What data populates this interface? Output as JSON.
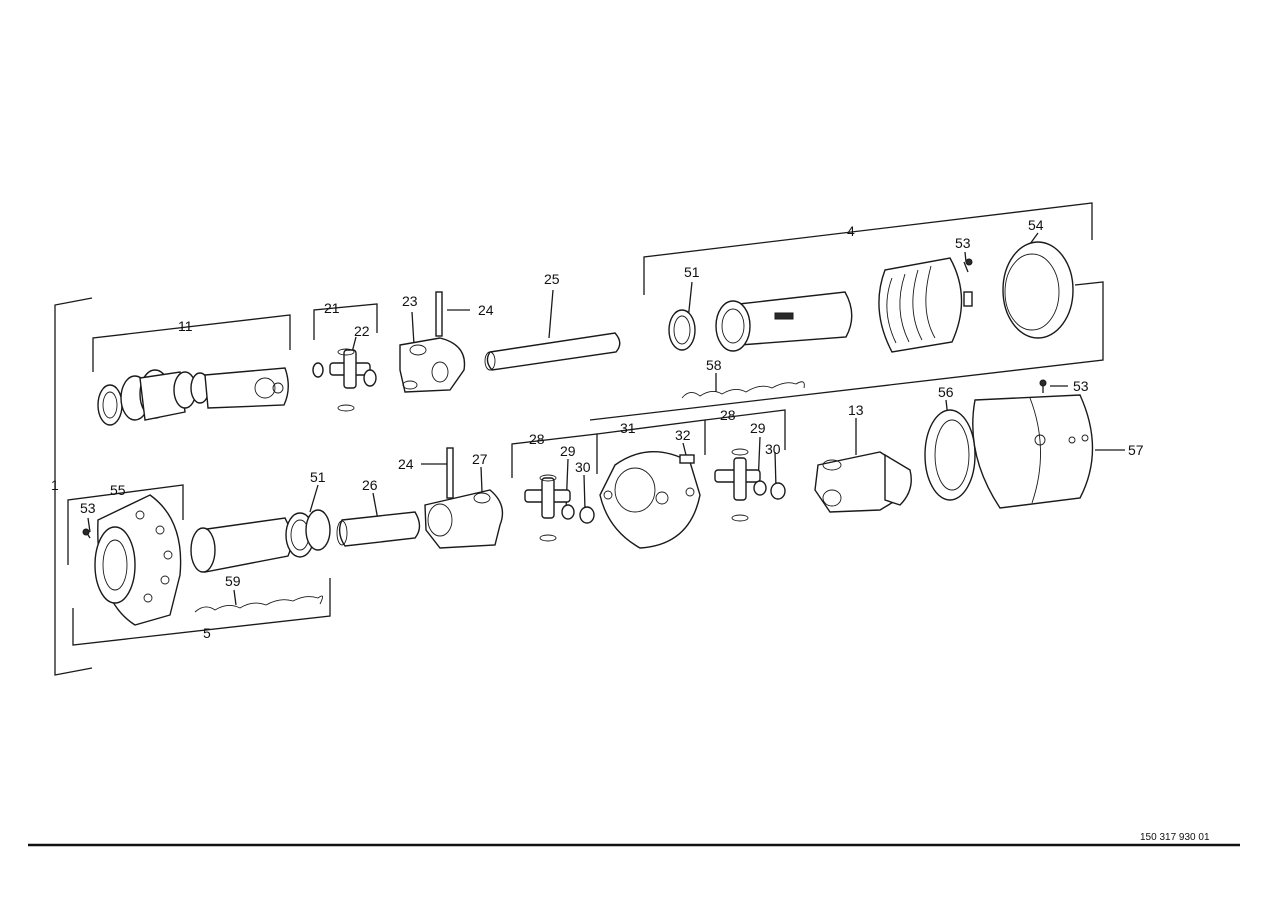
{
  "document_number": "150 317 930 01",
  "callouts": {
    "c1": "1",
    "c4": "4",
    "c5": "5",
    "c11": "11",
    "c13": "13",
    "c21": "21",
    "c22": "22",
    "c23": "23",
    "c24a": "24",
    "c24b": "24",
    "c25": "25",
    "c26": "26",
    "c27": "27",
    "c28a": "28",
    "c28b": "28",
    "c29a": "29",
    "c29b": "29",
    "c30a": "30",
    "c30b": "30",
    "c31": "31",
    "c32": "32",
    "c51a": "51",
    "c51b": "51",
    "c53a": "53",
    "c53b": "53",
    "c53c": "53",
    "c54": "54",
    "c55": "55",
    "c56": "56",
    "c57": "57",
    "c58": "58",
    "c59": "59"
  }
}
